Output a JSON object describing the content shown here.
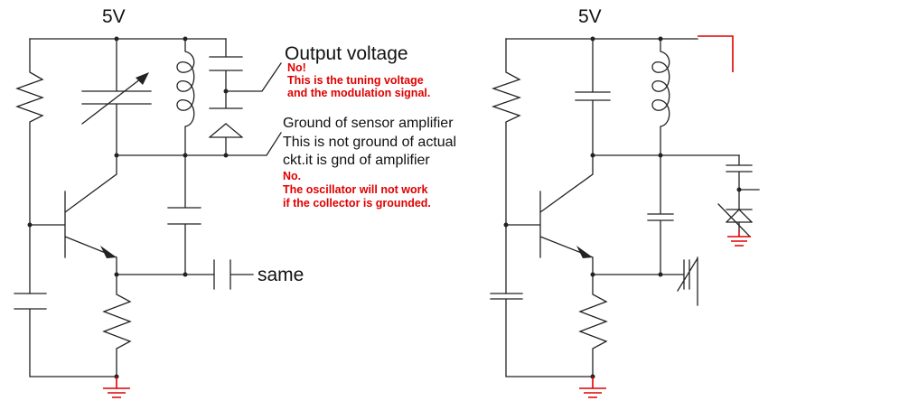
{
  "left": {
    "supply_label": "5V",
    "output_label": "Output voltage",
    "output_note": [
      "No!",
      "This is the tuning voltage",
      "and the modulation signal."
    ],
    "ground_label": [
      "Ground of sensor amplifier",
      "This is not ground of actual",
      "ckt.it is gnd of amplifier"
    ],
    "ground_note": [
      "No.",
      "The oscillator will not work",
      "if the collector is grounded."
    ],
    "same_label": "same"
  },
  "right": {
    "supply_label": "5V"
  },
  "colors": {
    "wire": "#222222",
    "annotation": "#e00000",
    "ground": "#e00000"
  }
}
